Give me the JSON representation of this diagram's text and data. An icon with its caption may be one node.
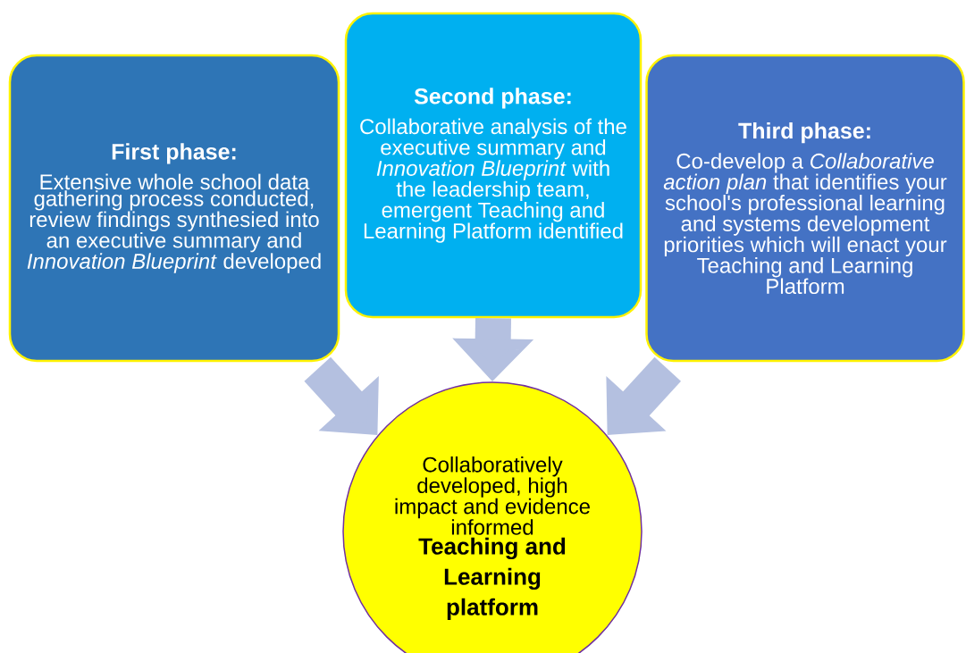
{
  "diagram": {
    "nodes": [
      {
        "text": [
          "First phase:",
          "Extensive whole school data gathering process conducted, review findings synthesied into an executive summary and *Innovation Blueprint* developed"
        ]
      },
      {
        "text": [
          "Second phase:",
          "Collaborative analysis of the executive summary and *Innovation Blueprint* with the leadership team, emergent Teaching and Learning Platform identified"
        ]
      },
      {
        "text": [
          "Third phase:",
          "Co-develop a *Collaborative action plan* that identifies your school's professional learning and systems development priorities which will enact your Teaching and Learning Platform"
        ]
      },
      {
        "text": [
          "Collaboratively developed, high impact and evidence informed",
          "Teaching and Learning platform"
        ]
      }
    ],
    "edges": [
      {
        "from": 0,
        "to": 3,
        "arrow": "to"
      },
      {
        "from": 1,
        "to": 3,
        "arrow": "to"
      },
      {
        "from": 2,
        "to": 3,
        "arrow": "to"
      }
    ]
  }
}
